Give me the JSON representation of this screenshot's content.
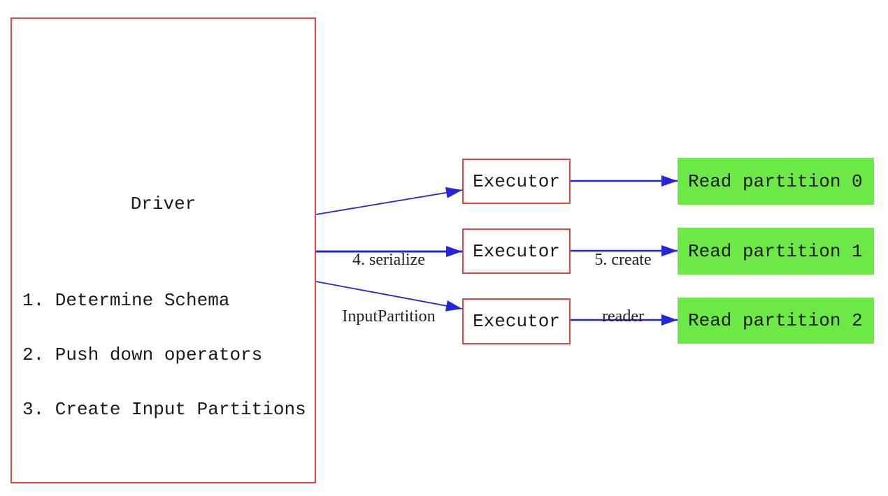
{
  "diagram": {
    "driver": {
      "title": "Driver",
      "steps": [
        "1. Determine Schema",
        "2. Push down operators",
        "3. Create Input Partitions"
      ]
    },
    "executors": [
      {
        "label": "Executor"
      },
      {
        "label": "Executor"
      },
      {
        "label": "Executor"
      }
    ],
    "partitions": [
      {
        "label": "Read partition 0"
      },
      {
        "label": "Read partition 1"
      },
      {
        "label": "Read partition 2"
      }
    ],
    "edge_labels": {
      "serialize_line1": "4. serialize",
      "serialize_line2": "InputPartition",
      "reader_line1": "5. create",
      "reader_line2": "reader"
    }
  },
  "colors": {
    "box_border_red": "#e24444",
    "partition_green": "#6ce847",
    "arrow_blue": "#2626d8",
    "text_black": "#1a1a1a",
    "background": "#ffffff"
  }
}
